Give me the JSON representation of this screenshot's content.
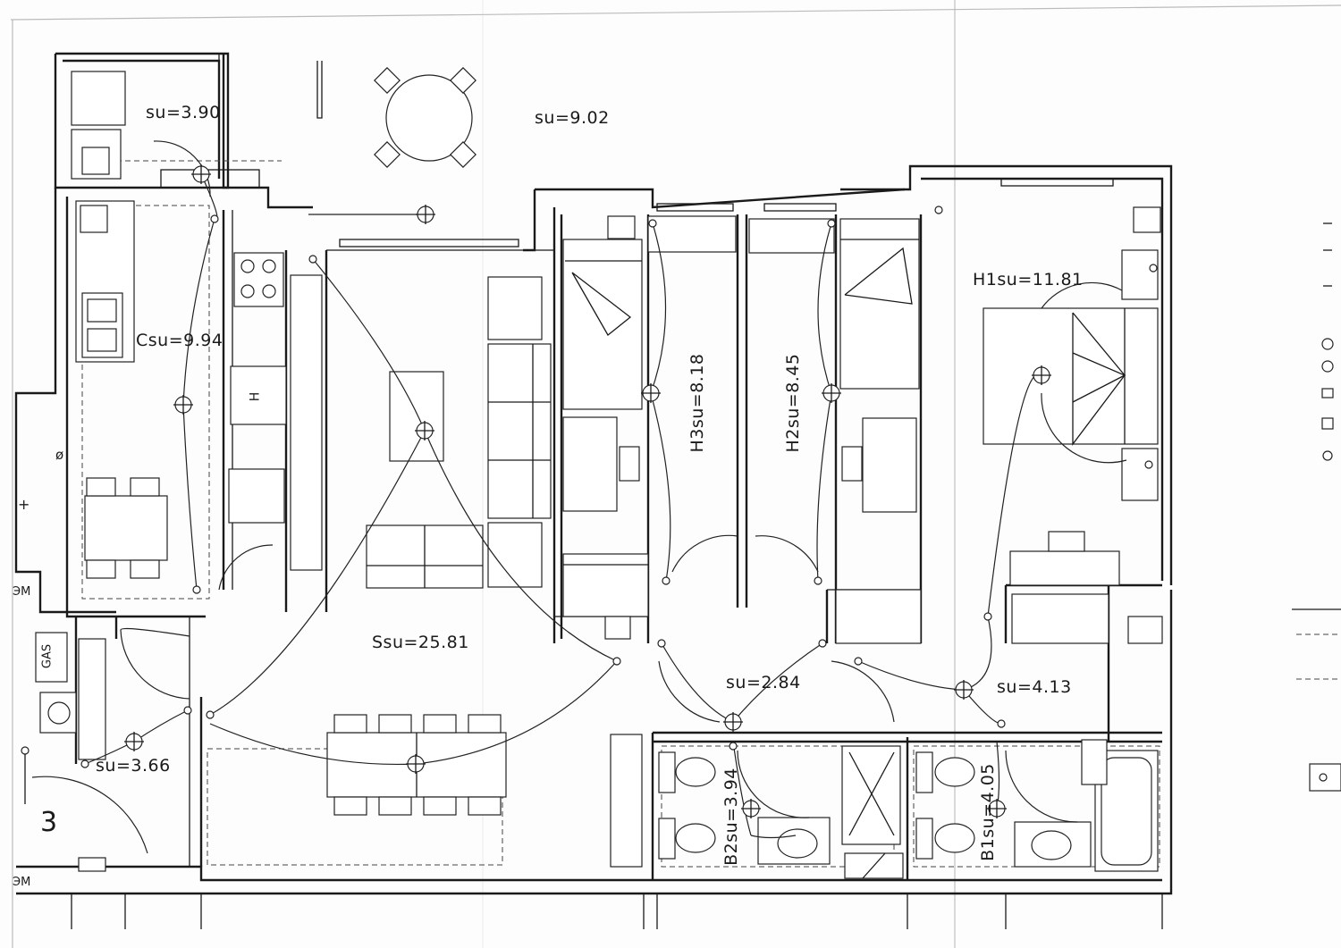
{
  "rooms": {
    "terrace_small": "su=3.90",
    "terrace_large": "su=9.02",
    "kitchen": "Csu=9.94",
    "bedroom3": "H3su=8.18",
    "bedroom2": "H2su=8.45",
    "bedroom1": "H1su=11.81",
    "living": "Ssu=25.81",
    "hall": "su=2.84",
    "corridor": "su=4.13",
    "entry": "su=3.66",
    "bath2": "B2su=3.94",
    "bath1": "B1su=4.05"
  },
  "labels": {
    "gas": "GAS",
    "h_mark": "H",
    "m_mark_1": "ЭМ",
    "m_mark_2": "ЭМ",
    "entry_number": "3",
    "plus": "+",
    "oslash": "ø"
  }
}
